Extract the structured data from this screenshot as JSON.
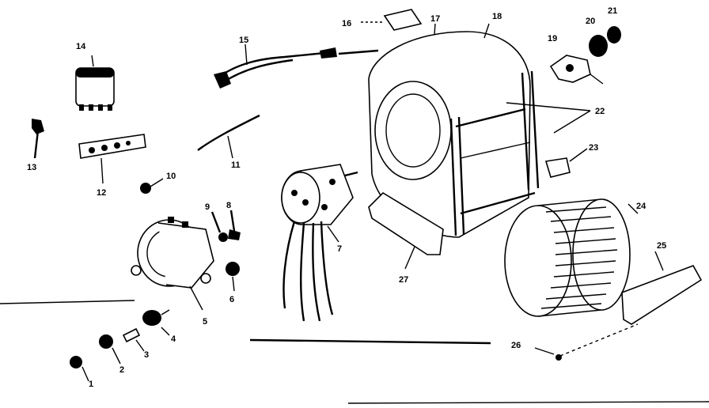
{
  "diagram": {
    "part_labels": [
      {
        "id": "1",
        "text": "1"
      },
      {
        "id": "2",
        "text": "2"
      },
      {
        "id": "3",
        "text": "3"
      },
      {
        "id": "4",
        "text": "4"
      },
      {
        "id": "5",
        "text": "5"
      },
      {
        "id": "6",
        "text": "6"
      },
      {
        "id": "7",
        "text": "7"
      },
      {
        "id": "8",
        "text": "8"
      },
      {
        "id": "9",
        "text": "9"
      },
      {
        "id": "10",
        "text": "10"
      },
      {
        "id": "11",
        "text": "11"
      },
      {
        "id": "12",
        "text": "12"
      },
      {
        "id": "13",
        "text": "13"
      },
      {
        "id": "14",
        "text": "14"
      },
      {
        "id": "15",
        "text": "15"
      },
      {
        "id": "16",
        "text": "16"
      },
      {
        "id": "17",
        "text": "17"
      },
      {
        "id": "18",
        "text": "18"
      },
      {
        "id": "19",
        "text": "19"
      },
      {
        "id": "20",
        "text": "20"
      },
      {
        "id": "21",
        "text": "21"
      },
      {
        "id": "22",
        "text": "22"
      },
      {
        "id": "23",
        "text": "23"
      },
      {
        "id": "24",
        "text": "24"
      },
      {
        "id": "25",
        "text": "25"
      },
      {
        "id": "26",
        "text": "26"
      },
      {
        "id": "27",
        "text": "27"
      }
    ]
  }
}
